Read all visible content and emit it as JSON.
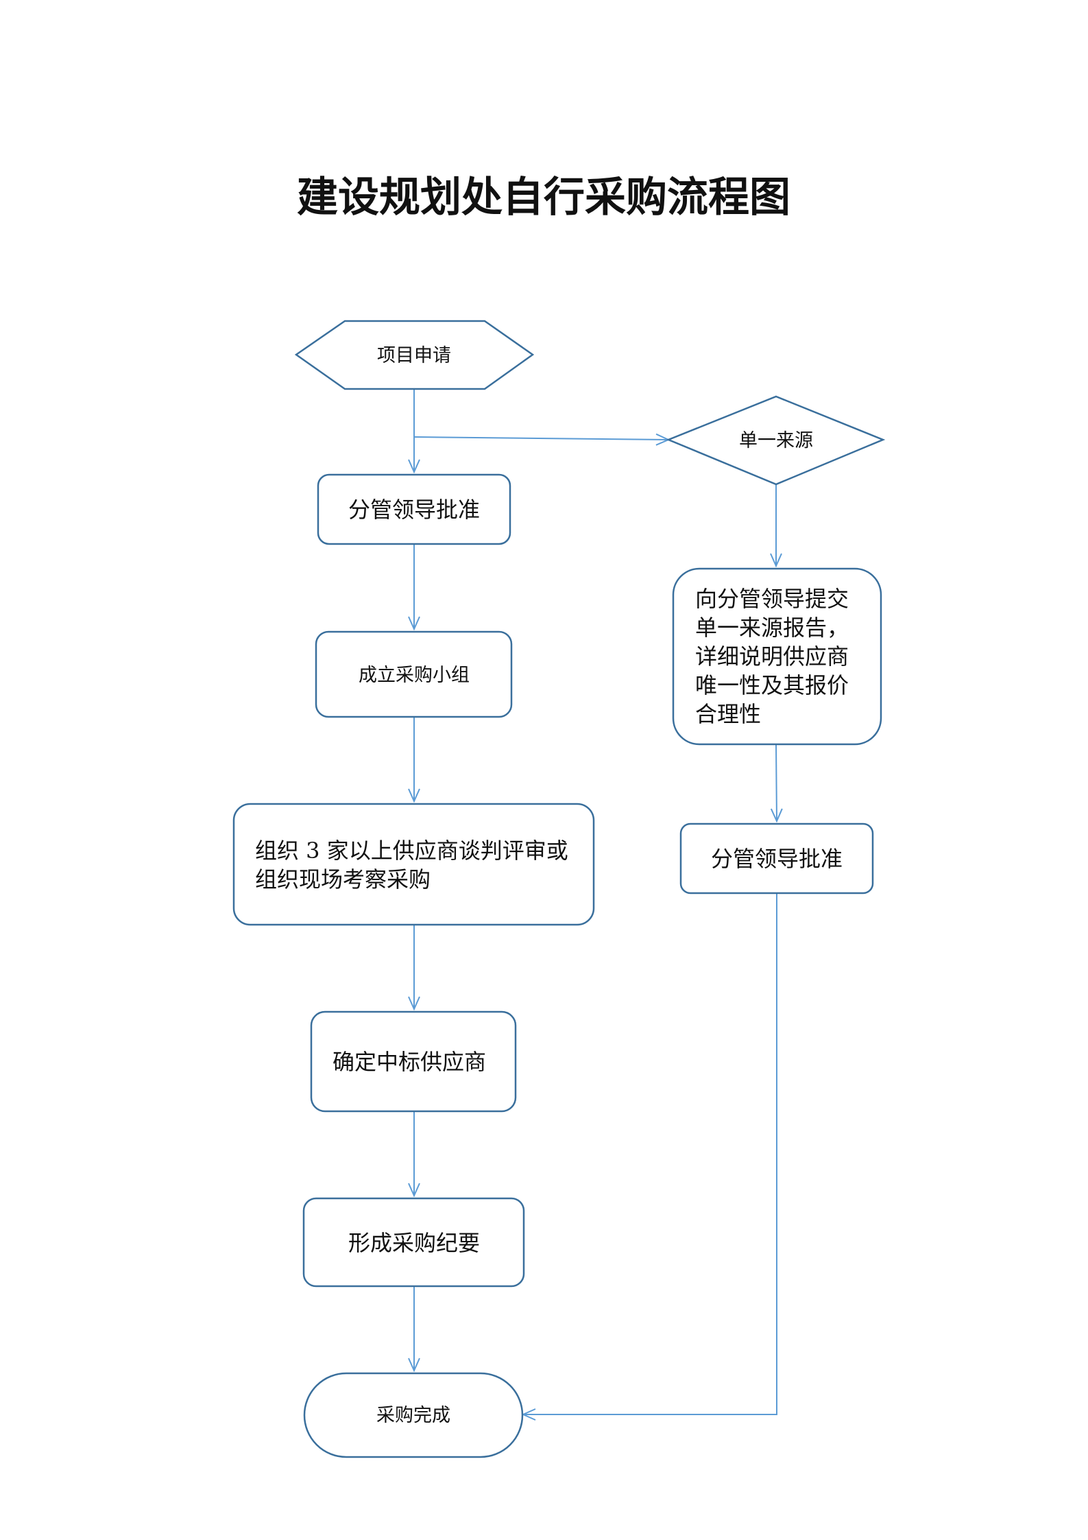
{
  "title": "建设规划处自行采购流程图",
  "nodes": {
    "project_request": "项目申请",
    "sole_source": "单一来源",
    "leader_approval_1": "分管领导批准",
    "form_group": "成立采购小组",
    "negotiation": [
      "组织 3 家以上供应商谈判评审或",
      "组织现场考察采购"
    ],
    "sole_source_report": [
      "向分管领导提交",
      "单一来源报告，",
      "详细说明供应商",
      "唯一性及其报价",
      "合理性"
    ],
    "leader_approval_2": "分管领导批准",
    "determine_supplier": "确定中标供应商",
    "form_minutes": "形成采购纪要",
    "complete": "采购完成"
  },
  "colors": {
    "node_border": "#3a6f9c",
    "arrow": "#5b9bd5",
    "text": "#111111",
    "background": "#ffffff"
  }
}
